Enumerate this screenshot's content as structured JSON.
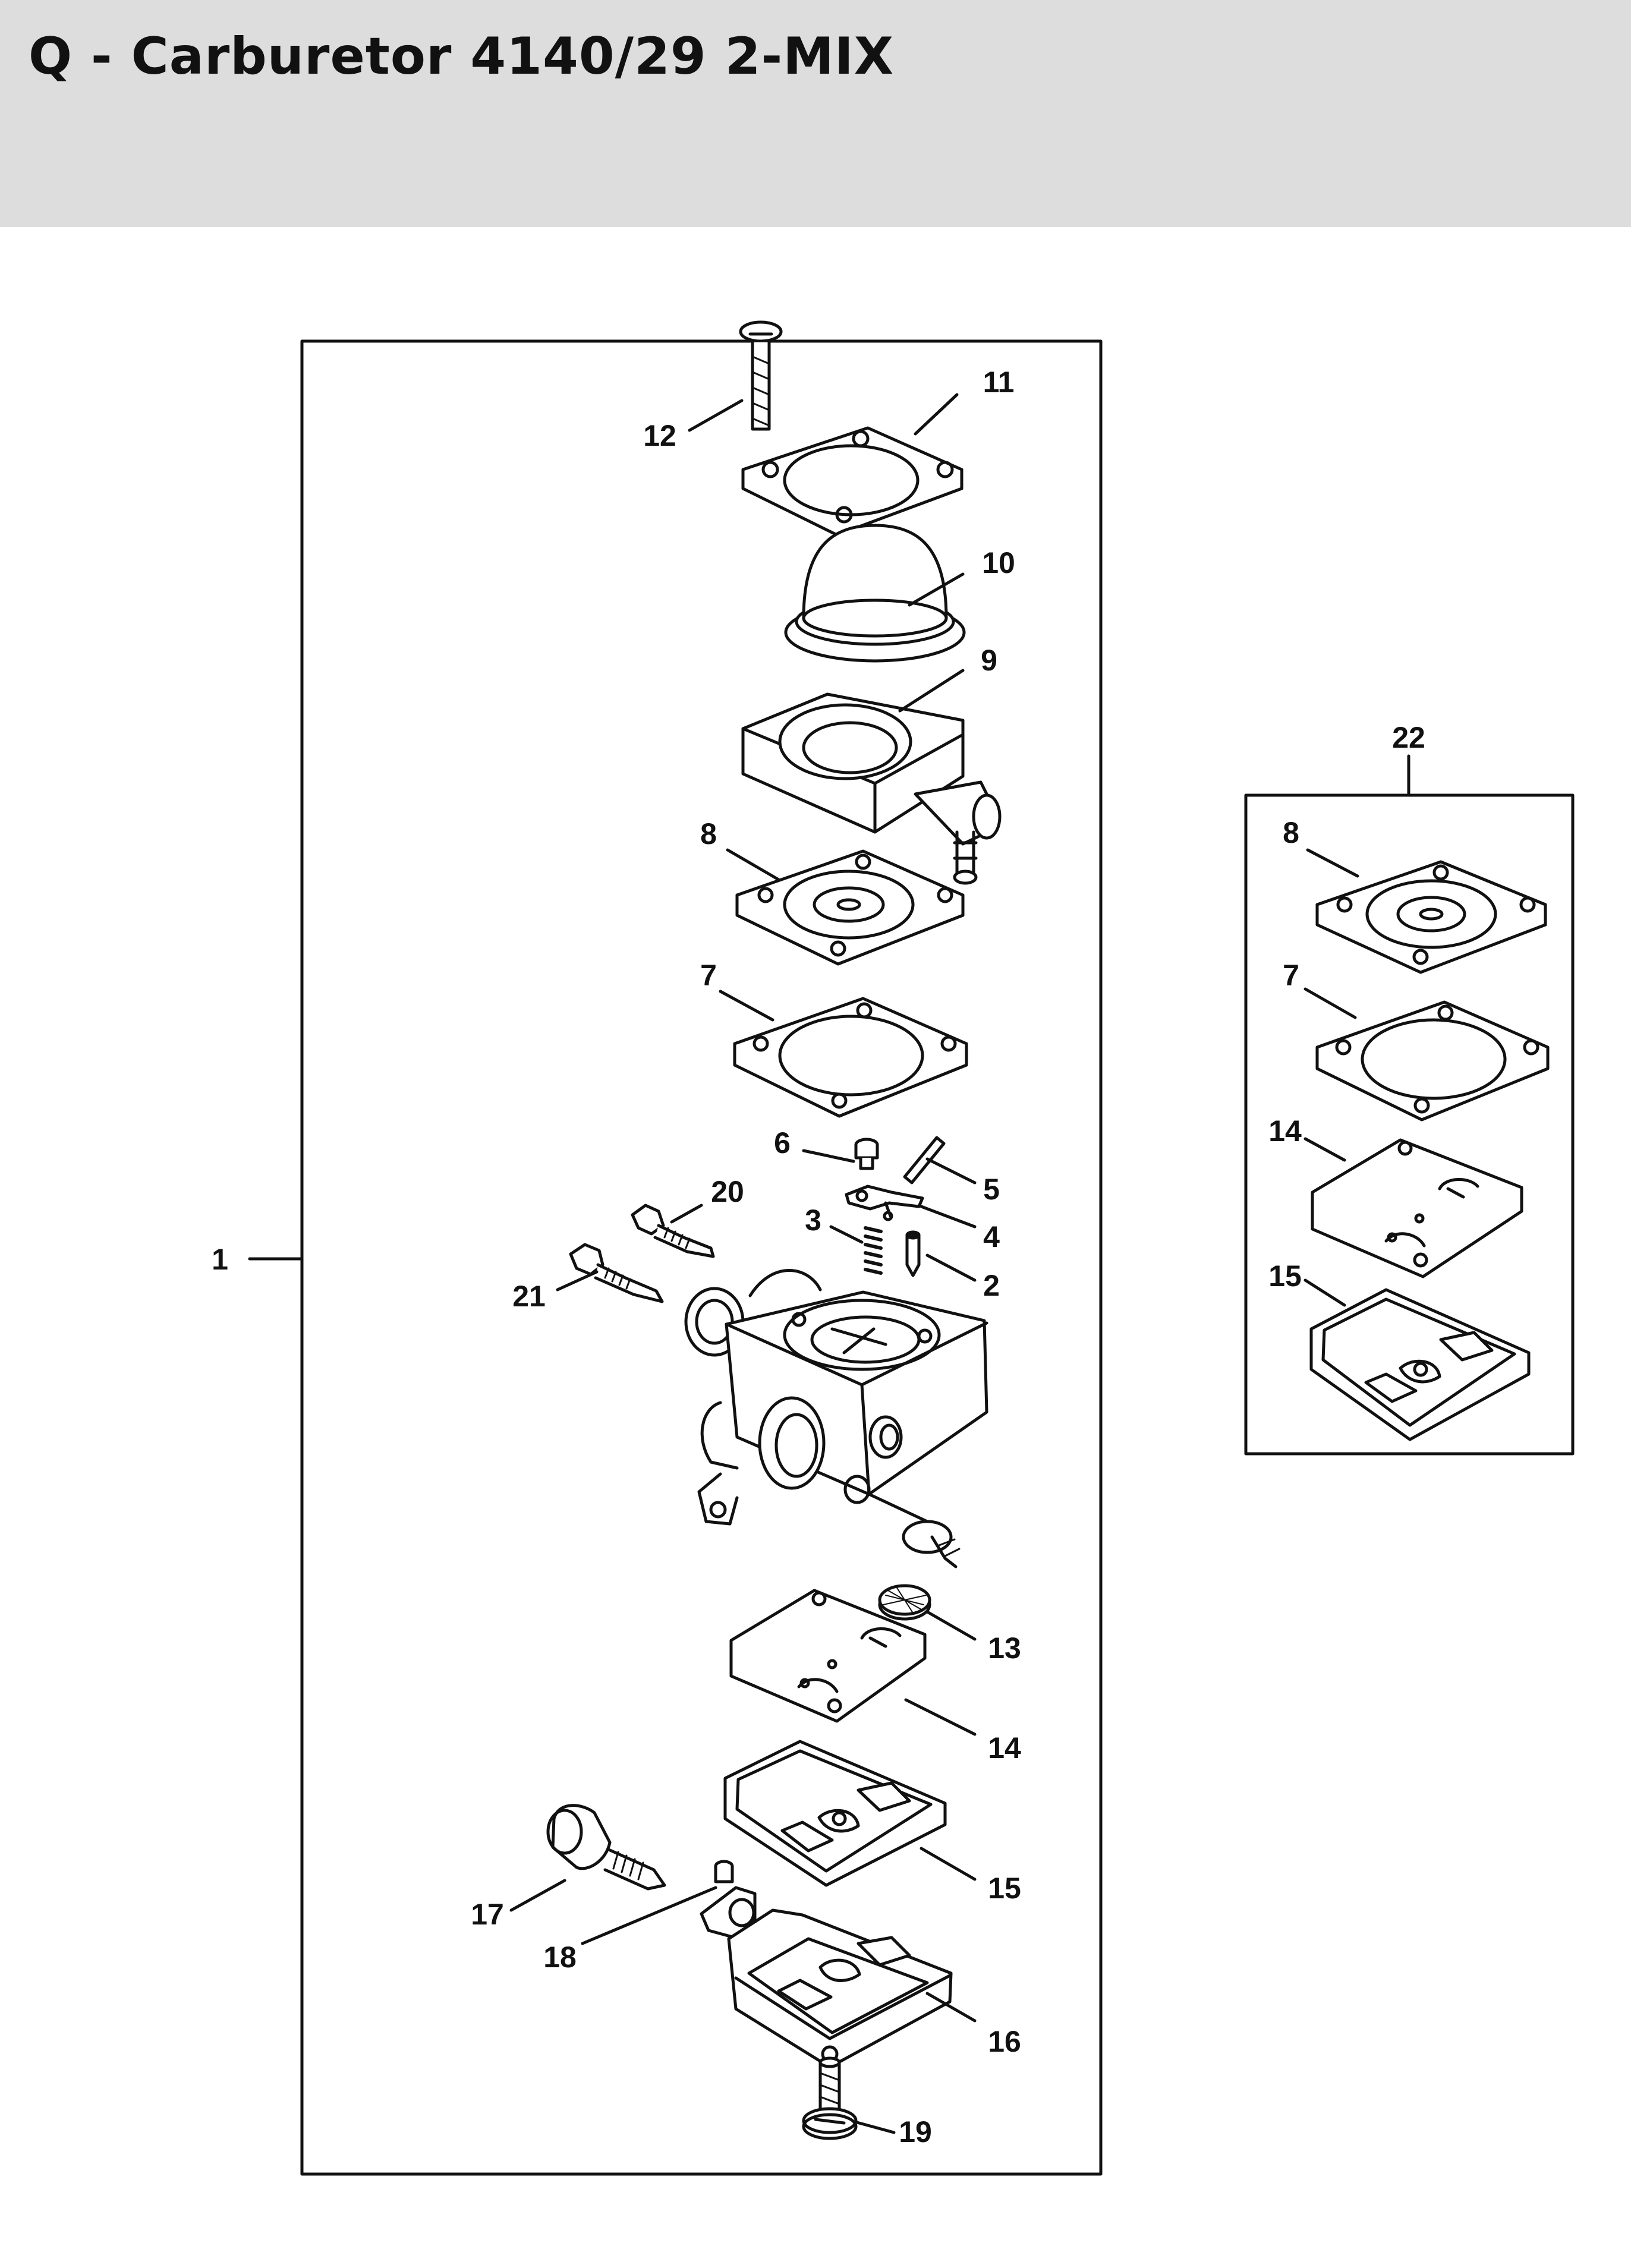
{
  "title": "Q - Carburetor 4140/29 2-MIX",
  "callouts": {
    "main_assembly": "1",
    "p2": "2",
    "p3": "3",
    "p4": "4",
    "p5": "5",
    "p6": "6",
    "p7": "7",
    "p8": "8",
    "p9": "9",
    "p10": "10",
    "p11": "11",
    "p12": "12",
    "p13": "13",
    "p14": "14",
    "p15": "15",
    "p16": "16",
    "p17": "17",
    "p18": "18",
    "p19": "19",
    "p20": "20",
    "p21": "21",
    "gasket_set": "22",
    "set_7": "7",
    "set_8": "8",
    "set_14": "14",
    "set_15": "15"
  }
}
